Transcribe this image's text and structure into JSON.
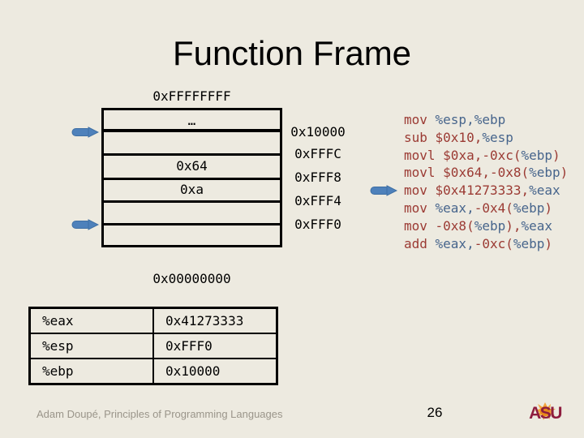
{
  "slide": {
    "title": "Function Frame",
    "background_color": "#EDEAE0"
  },
  "memory": {
    "top_label": "0xFFFFFFFF",
    "bottom_label": "0x00000000",
    "cells": [
      "…",
      "",
      "0x64",
      "0xa",
      "",
      ""
    ],
    "addresses": [
      "0x10000",
      "0xFFFC",
      "0xFFF8",
      "0xFFF4",
      "0xFFF0"
    ]
  },
  "assembly": {
    "colors": {
      "m": "#9B3A33",
      "r": "#47658C"
    },
    "lines": [
      [
        [
          "mov ",
          "m"
        ],
        [
          "%esp,%ebp",
          "r"
        ]
      ],
      [
        [
          "sub ",
          "m"
        ],
        [
          "$0x10,",
          "m"
        ],
        [
          "%esp",
          "r"
        ]
      ],
      [
        [
          "movl ",
          "m"
        ],
        [
          "$0xa,-0xc(",
          "m"
        ],
        [
          "%ebp",
          "r"
        ],
        [
          ")",
          "m"
        ]
      ],
      [
        [
          "movl ",
          "m"
        ],
        [
          "$0x64,-0x8(",
          "m"
        ],
        [
          "%ebp",
          "r"
        ],
        [
          ")",
          "m"
        ]
      ],
      [
        [
          "mov ",
          "m"
        ],
        [
          "$0x41273333,",
          "m"
        ],
        [
          "%eax",
          "r"
        ]
      ],
      [
        [
          "mov ",
          "m"
        ],
        [
          "%eax,",
          "r"
        ],
        [
          "-0x4(",
          "m"
        ],
        [
          "%ebp",
          "r"
        ],
        [
          ")",
          "m"
        ]
      ],
      [
        [
          "mov ",
          "m"
        ],
        [
          "-0x8(",
          "m"
        ],
        [
          "%ebp",
          "r"
        ],
        [
          "),",
          "m"
        ],
        [
          "%eax",
          "r"
        ]
      ],
      [
        [
          "add ",
          "m"
        ],
        [
          "%eax,",
          "r"
        ],
        [
          "-0xc(",
          "m"
        ],
        [
          "%ebp",
          "r"
        ],
        [
          ")",
          "m"
        ]
      ]
    ]
  },
  "registers": {
    "rows": [
      {
        "name": "%eax",
        "value": "0x41273333"
      },
      {
        "name": "%esp",
        "value": "0xFFF0"
      },
      {
        "name": "%ebp",
        "value": "0x10000"
      }
    ]
  },
  "arrows": {
    "fill": "#4E81BB",
    "stroke": "#3E6FA4"
  },
  "footer": {
    "credit": "Adam Doupé, Principles of Programming Languages",
    "page": "26",
    "logo_text": "ASU"
  }
}
